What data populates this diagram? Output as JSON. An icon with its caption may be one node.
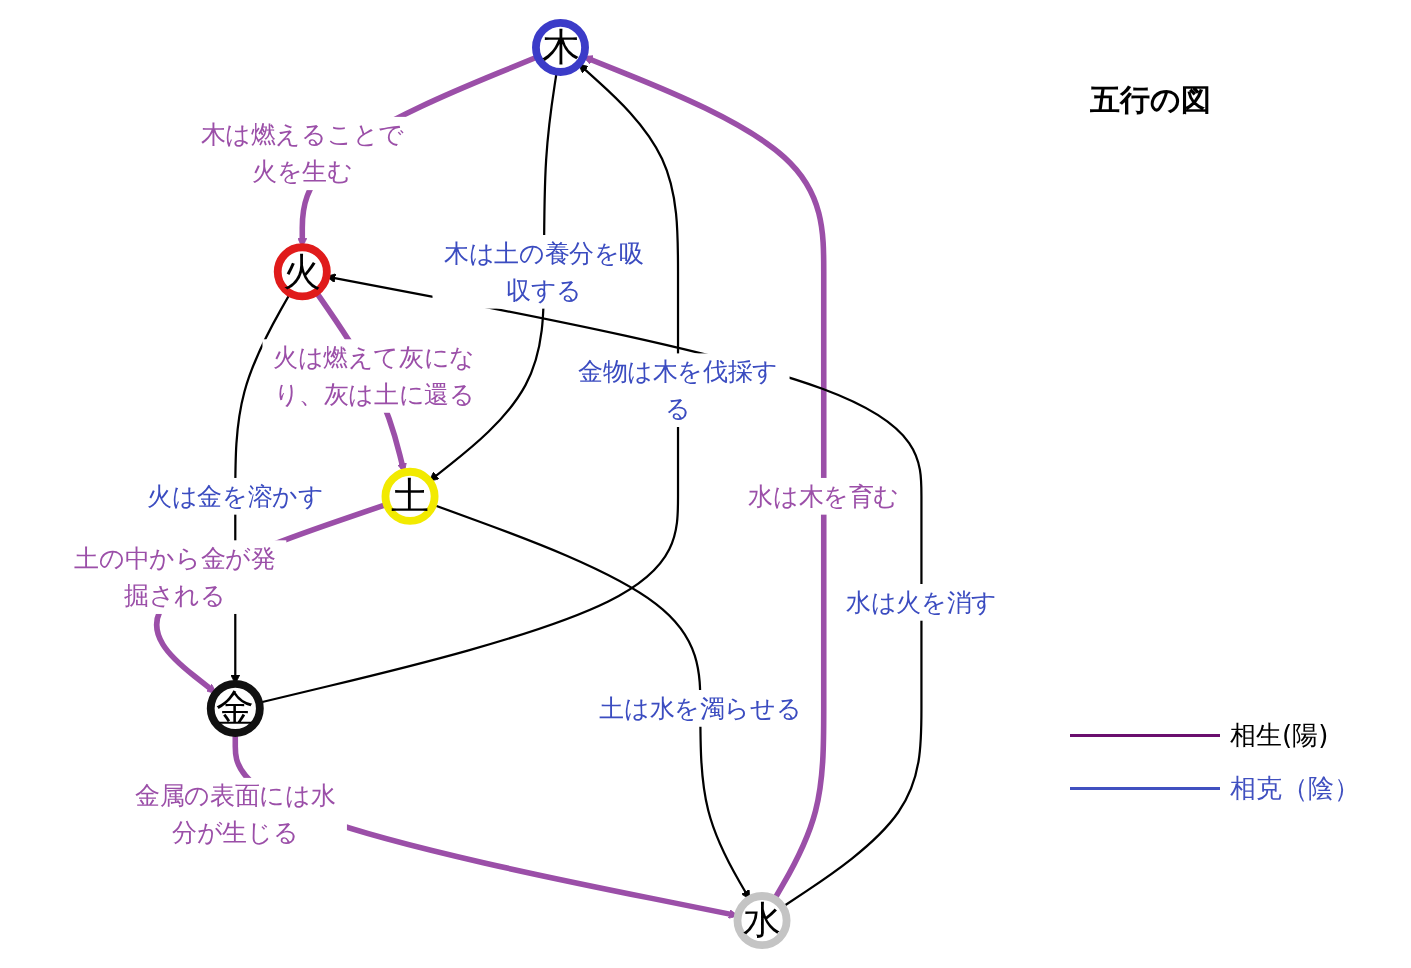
{
  "diagram": {
    "title": "五行の図",
    "nodes": [
      {
        "text": [
          "木"
        ]
      },
      {
        "text": [
          "水"
        ]
      },
      {
        "text": [
          "火"
        ]
      },
      {
        "text": [
          "金"
        ]
      },
      {
        "text": [
          "土"
        ]
      }
    ],
    "edges": [
      {
        "from": 0,
        "to": 2,
        "arrow": "to",
        "label": "木は燃えることで火を生む",
        "style": "thick",
        "color": "#9b4fa8"
      },
      {
        "from": 2,
        "to": 4,
        "arrow": "to",
        "label": "火は燃えて灰になり、灰は土に還る",
        "style": "thick",
        "color": "#9b4fa8"
      },
      {
        "from": 4,
        "to": 3,
        "arrow": "to",
        "label": "土の中から金が発掘される",
        "style": "thick",
        "color": "#9b4fa8"
      },
      {
        "from": 3,
        "to": 1,
        "arrow": "to",
        "label": "金属の表面には水分が生じる",
        "style": "thick",
        "color": "#9b4fa8"
      },
      {
        "from": 1,
        "to": 0,
        "arrow": "to",
        "label": "水は木を育む",
        "style": "thick",
        "color": "#9b4fa8"
      },
      {
        "from": 3,
        "to": 0,
        "arrow": "to",
        "label": "金物は木を伐採する",
        "color": "#000000"
      },
      {
        "from": 0,
        "to": 4,
        "arrow": "to",
        "label": "木は土の養分を吸収する",
        "color": "#000000"
      },
      {
        "from": 4,
        "to": 1,
        "arrow": "to",
        "label": "土は水を濁らせる",
        "color": "#000000"
      },
      {
        "from": 1,
        "to": 2,
        "arrow": "to",
        "label": "水は火を消す",
        "color": "#000000"
      },
      {
        "from": 2,
        "to": 3,
        "arrow": "to",
        "label": "火は金を溶かす",
        "color": "#000000"
      }
    ],
    "legend": [
      {
        "text": "相生(陽)"
      },
      {
        "text": "相克（陰）"
      }
    ]
  }
}
